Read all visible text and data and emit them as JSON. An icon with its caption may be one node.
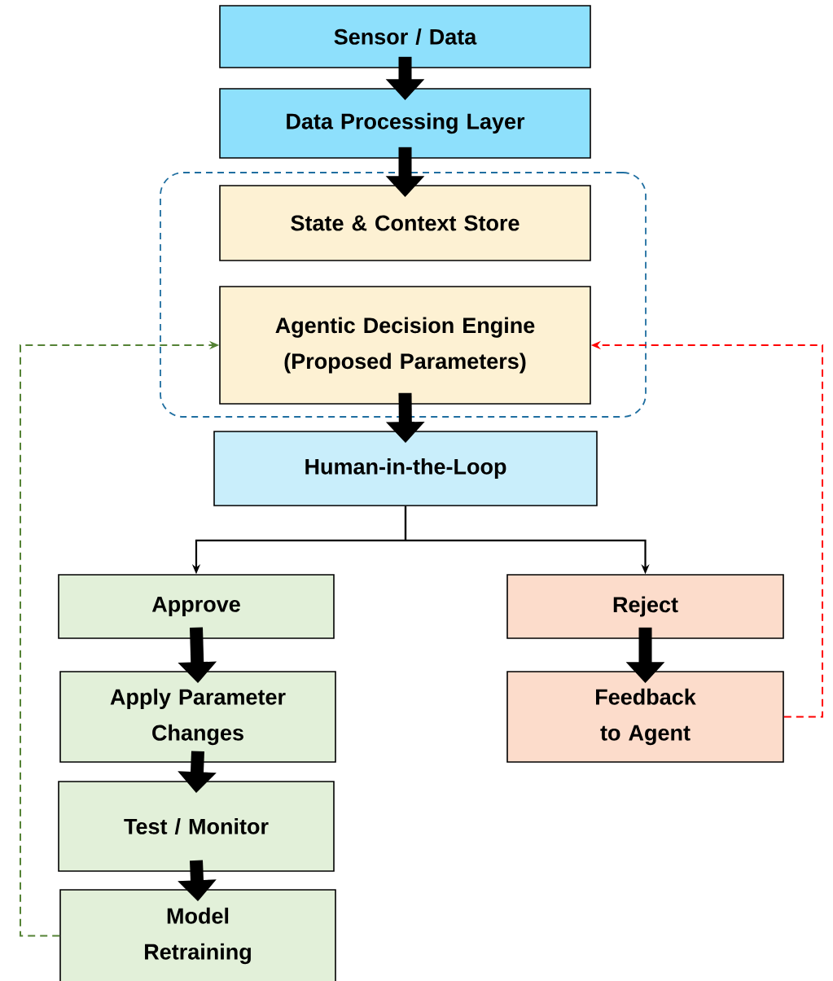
{
  "diagram": {
    "nodes": [
      {
        "text": [
          "Sensor / Data"
        ]
      },
      {
        "text": [
          "Data Processing Layer"
        ]
      },
      {
        "text": [],
        "shape": "box"
      },
      {
        "text": [
          "State & Context Store"
        ],
        "in": 2
      },
      {
        "text": [
          "Agentic Decision Engine (Proposed Parameters)"
        ],
        "in": 2
      },
      {
        "text": [
          "Human-in-the-Loop"
        ]
      },
      {
        "text": [
          "Approve"
        ]
      },
      {
        "text": [
          "Apply Parameter Changes"
        ]
      },
      {
        "text": [
          "Test / Monitor"
        ]
      },
      {
        "text": [
          "Model Retraining"
        ]
      },
      {
        "text": [
          "Reject"
        ]
      },
      {
        "text": [
          "Feedback to Agent"
        ]
      }
    ],
    "edges": [
      {
        "from": 0,
        "to": 1,
        "arrow": "to"
      },
      {
        "from": 1,
        "to": 3,
        "arrow": "to"
      },
      {
        "from": 4,
        "to": 5,
        "arrow": "to"
      },
      {
        "from": 5,
        "to": 6,
        "arrow": "to"
      },
      {
        "from": 5,
        "to": 10,
        "arrow": "to"
      },
      {
        "from": 6,
        "to": 7,
        "arrow": "to"
      },
      {
        "from": 7,
        "to": 8,
        "arrow": "to"
      },
      {
        "from": 8,
        "to": 9,
        "arrow": "to"
      },
      {
        "from": 10,
        "to": 11,
        "arrow": "to"
      },
      {
        "from": 11,
        "to": 4,
        "arrow": "to",
        "style": "dashed",
        "color": "#ff0000"
      },
      {
        "from": 9,
        "to": 4,
        "arrow": "to",
        "style": "dashed",
        "color": "#548235"
      }
    ]
  }
}
